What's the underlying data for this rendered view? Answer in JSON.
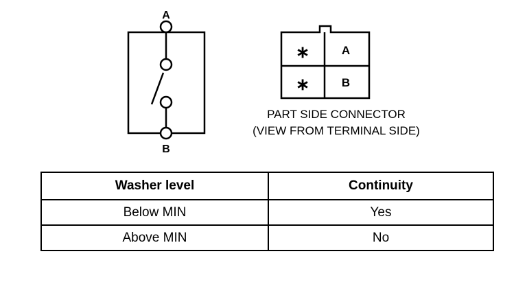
{
  "switch": {
    "terminal_top": "A",
    "terminal_bottom": "B"
  },
  "connector": {
    "cells": [
      {
        "left": "∗",
        "right": "A"
      },
      {
        "left": "∗",
        "right": "B"
      }
    ],
    "caption_line1": "PART SIDE CONNECTOR",
    "caption_line2": "(VIEW FROM TERMINAL SIDE)"
  },
  "table": {
    "headers": [
      "Washer level",
      "Continuity"
    ],
    "rows": [
      [
        "Below MIN",
        "Yes"
      ],
      [
        "Above MIN",
        "No"
      ]
    ]
  }
}
